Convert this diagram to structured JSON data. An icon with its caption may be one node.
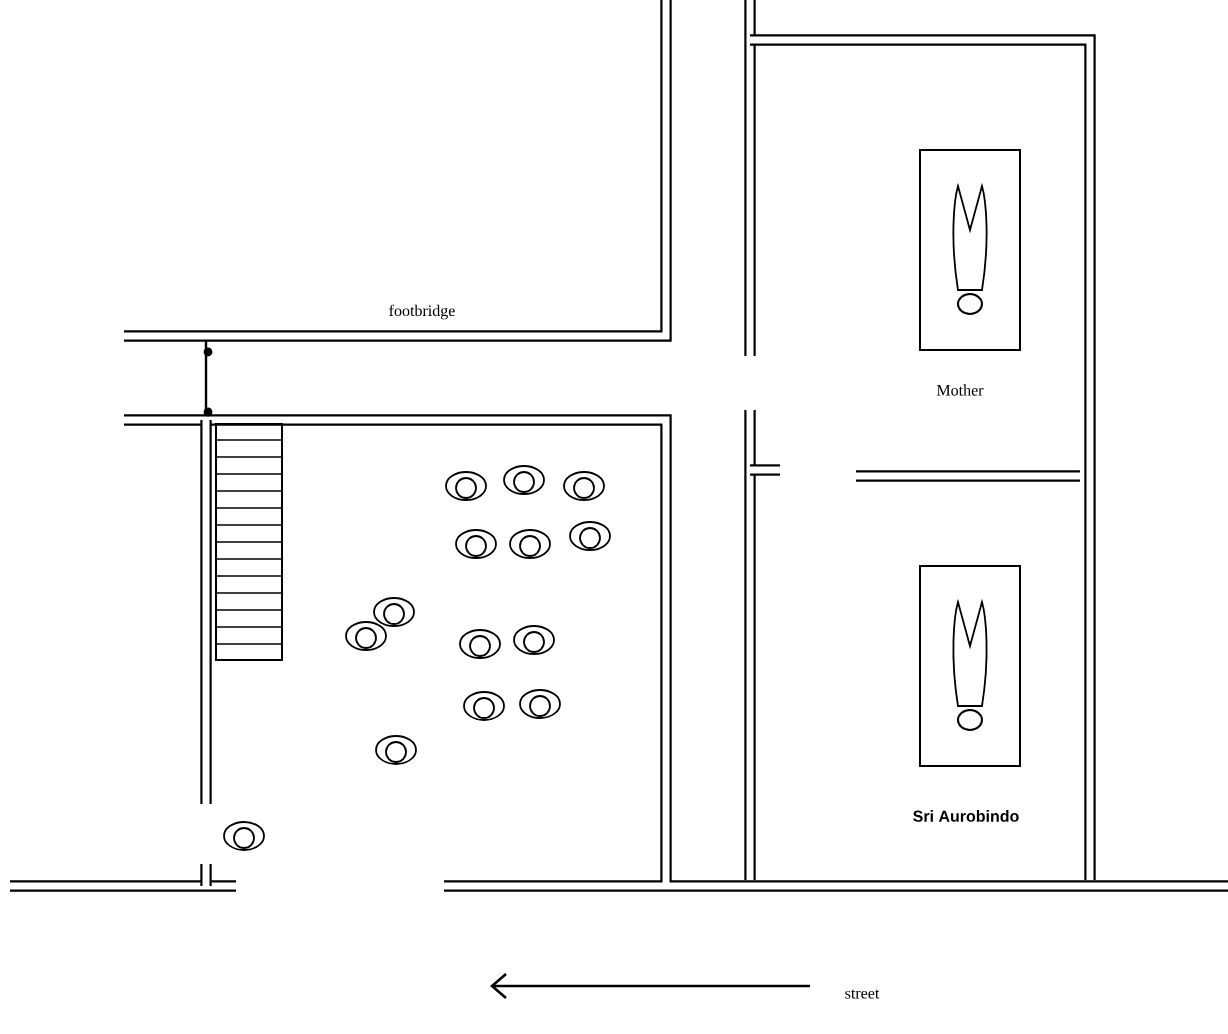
{
  "diagram": {
    "labels": [
      "footbridge",
      "Mother",
      "Sri Aurobindo",
      "street"
    ]
  }
}
